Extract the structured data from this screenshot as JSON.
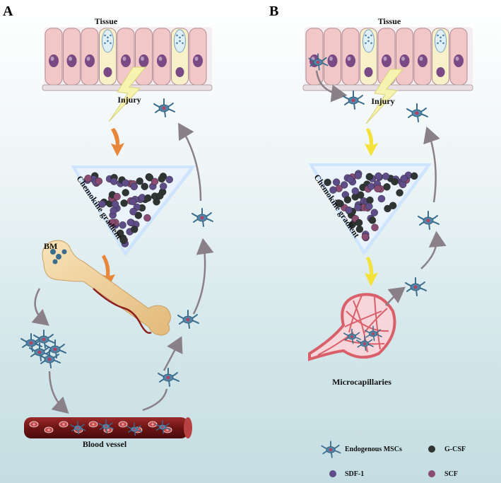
{
  "panels": {
    "a": {
      "letter": "A",
      "tissue": "Tissue",
      "injury": "Injury",
      "gradient": "Chemokine gradient",
      "bm": "BM",
      "vessel": "Blood vessel"
    },
    "b": {
      "letter": "B",
      "tissue": "Tissue",
      "injury": "Injury",
      "gradient": "Chemokine gradient",
      "capillaries": "Microcapillaries"
    }
  },
  "legend": {
    "msc": "Endogenous MSCs",
    "gcsf": "G-CSF",
    "sdf1": "SDF-1",
    "scf": "SCF"
  },
  "colors": {
    "tissue_cell": "#f2c7c7",
    "goblet_cell": "#f7f0c8",
    "nucleus": "#7a4a84",
    "gcsf": "#2f3533",
    "sdf1": "#5e4d88",
    "scf": "#8a4c72",
    "orange_arrow": "#e8873a",
    "yellow_arrow": "#f4e23a",
    "gray_arrow": "#8a8088",
    "msc": "#3b6d8e",
    "vessel": "#7c1a1a",
    "capillary": "#d9606a"
  }
}
